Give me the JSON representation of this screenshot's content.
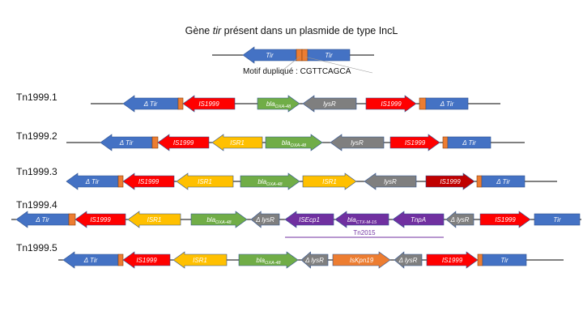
{
  "title": {
    "before": "Gène ",
    "italic": "tir",
    "after": " présent dans un plasmide de type IncL"
  },
  "colors": {
    "blue": "#4472C4",
    "red": "#FF0000",
    "darkred": "#C00000",
    "green": "#70AD47",
    "gray": "#7F7F7F",
    "yellow": "#FFC000",
    "purple": "#7030A0",
    "orange": "#ED7D31",
    "repeat": "#ED7D31"
  },
  "reference": {
    "duplicated_motif_label": "Motif dupliqué : CGTTCAGCA",
    "features": [
      {
        "label": "Tir",
        "dir": "left",
        "color": "blue",
        "kind": "gene"
      },
      {
        "label": "",
        "dir": "none",
        "color": "repeat",
        "kind": "repeat"
      },
      {
        "label": "",
        "dir": "none",
        "color": "repeat",
        "kind": "repeat"
      },
      {
        "label": "Tir",
        "dir": "none",
        "color": "blue",
        "kind": "gene"
      }
    ]
  },
  "rows": [
    {
      "label": "Tn1999.1",
      "features": [
        {
          "label": "Δ Tir",
          "dir": "left",
          "color": "blue"
        },
        {
          "label": "",
          "dir": "none",
          "color": "repeat"
        },
        {
          "label": "IS1999",
          "dir": "left",
          "color": "red"
        },
        {
          "label": "bla",
          "sub": "OXA-48",
          "dir": "right",
          "color": "green"
        },
        {
          "label": "lysR",
          "dir": "left",
          "color": "gray"
        },
        {
          "label": "IS1999",
          "dir": "right",
          "color": "red"
        },
        {
          "label": "",
          "dir": "none",
          "color": "repeat"
        },
        {
          "label": "Δ Tir",
          "dir": "none",
          "color": "blue"
        }
      ]
    },
    {
      "label": "Tn1999.2",
      "features": [
        {
          "label": "Δ Tir",
          "dir": "left",
          "color": "blue"
        },
        {
          "label": "",
          "dir": "none",
          "color": "repeat"
        },
        {
          "label": "IS1999",
          "dir": "left",
          "color": "red"
        },
        {
          "label": "ISR1",
          "dir": "left",
          "color": "yellow"
        },
        {
          "label": "bla",
          "sub": "OXA-48",
          "dir": "right",
          "color": "green"
        },
        {
          "label": "lysR",
          "dir": "left",
          "color": "gray"
        },
        {
          "label": "IS1999",
          "dir": "right",
          "color": "red"
        },
        {
          "label": "",
          "dir": "none",
          "color": "repeat"
        },
        {
          "label": "Δ Tir",
          "dir": "none",
          "color": "blue"
        }
      ]
    },
    {
      "label": "Tn1999.3",
      "features": [
        {
          "label": "Δ Tir",
          "dir": "left",
          "color": "blue"
        },
        {
          "label": "",
          "dir": "none",
          "color": "repeat"
        },
        {
          "label": "IS1999",
          "dir": "left",
          "color": "red"
        },
        {
          "label": "ISR1",
          "dir": "left",
          "color": "yellow"
        },
        {
          "label": "bla",
          "sub": "OXA-48",
          "dir": "right",
          "color": "green"
        },
        {
          "label": "ISR1",
          "dir": "right",
          "color": "yellow"
        },
        {
          "label": "lysR",
          "dir": "left",
          "color": "gray"
        },
        {
          "label": "IS1999",
          "dir": "right",
          "color": "darkred"
        },
        {
          "label": "",
          "dir": "none",
          "color": "repeat"
        },
        {
          "label": "Δ Tir",
          "dir": "none",
          "color": "blue"
        }
      ]
    },
    {
      "label": "Tn1999.4",
      "bracket_label": "Tn2015",
      "features": [
        {
          "label": "Δ Tir",
          "dir": "left",
          "color": "blue"
        },
        {
          "label": "",
          "dir": "none",
          "color": "repeat"
        },
        {
          "label": "IS1999",
          "dir": "left",
          "color": "red"
        },
        {
          "label": "ISR1",
          "dir": "left",
          "color": "yellow"
        },
        {
          "label": "bla",
          "sub": "OXA-48",
          "dir": "right",
          "color": "green"
        },
        {
          "label": "Δ lysR",
          "dir": "left",
          "color": "gray"
        },
        {
          "label": "ISEcp1",
          "dir": "left",
          "color": "purple"
        },
        {
          "label": "bla",
          "sub": "CTX-M-15",
          "dir": "left",
          "color": "purple"
        },
        {
          "label": "TnpA",
          "dir": "left",
          "color": "purple"
        },
        {
          "label": "Δ lysR",
          "dir": "left",
          "color": "gray"
        },
        {
          "label": "IS1999",
          "dir": "right",
          "color": "red"
        },
        {
          "label": "Tir",
          "dir": "none",
          "color": "blue"
        }
      ]
    },
    {
      "label": "Tn1999.5",
      "features": [
        {
          "label": "Δ Tir",
          "dir": "left",
          "color": "blue"
        },
        {
          "label": "",
          "dir": "none",
          "color": "repeat"
        },
        {
          "label": "IS1999",
          "dir": "left",
          "color": "red"
        },
        {
          "label": "ISR1",
          "dir": "left",
          "color": "yellow"
        },
        {
          "label": "bla",
          "sub": "OXA-48",
          "dir": "right",
          "color": "green"
        },
        {
          "label": "Δ lysR",
          "dir": "left",
          "color": "gray"
        },
        {
          "label": "IsKpn19",
          "dir": "right",
          "color": "orange"
        },
        {
          "label": "Δ lysR",
          "dir": "left",
          "color": "gray"
        },
        {
          "label": "IS1999",
          "dir": "right",
          "color": "red"
        },
        {
          "label": "",
          "dir": "none",
          "color": "repeat"
        },
        {
          "label": "Tir",
          "dir": "none",
          "color": "blue"
        }
      ]
    }
  ]
}
